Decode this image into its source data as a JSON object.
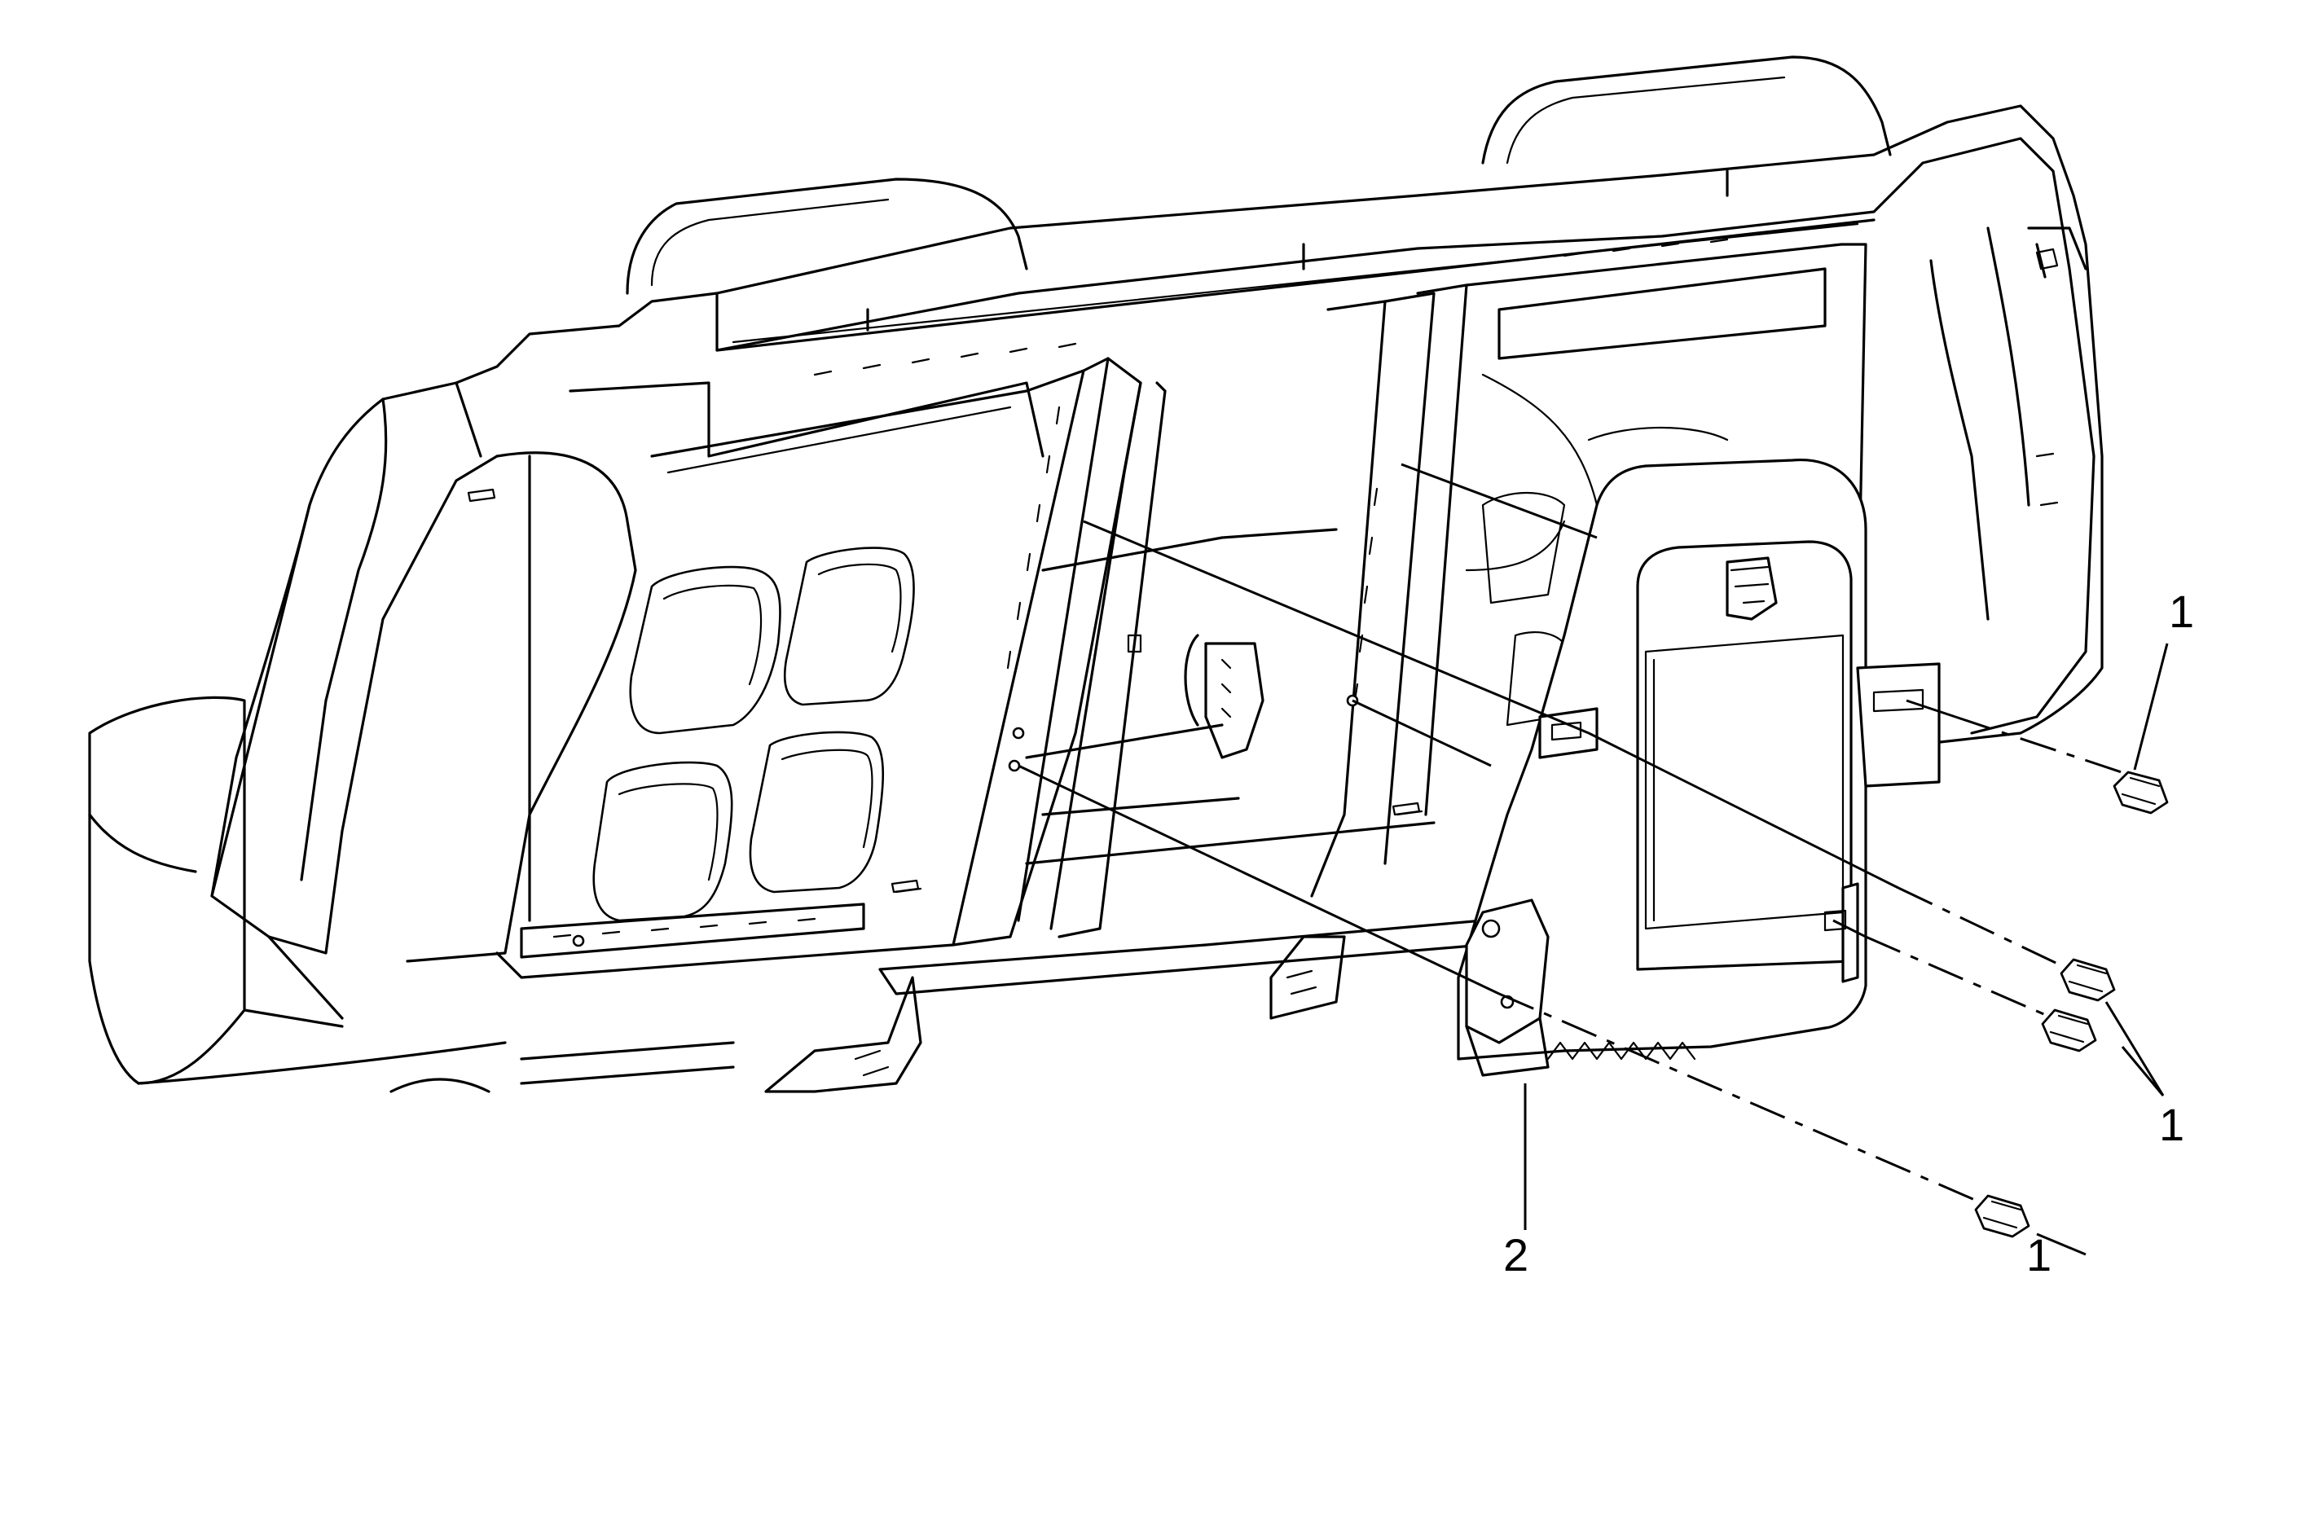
{
  "callouts": {
    "bolt_top_right": "1",
    "bolt_middle_pair": "1",
    "bolt_bottom": "1",
    "module": "2"
  },
  "colors": {
    "line": "#000000",
    "background": "#ffffff"
  }
}
